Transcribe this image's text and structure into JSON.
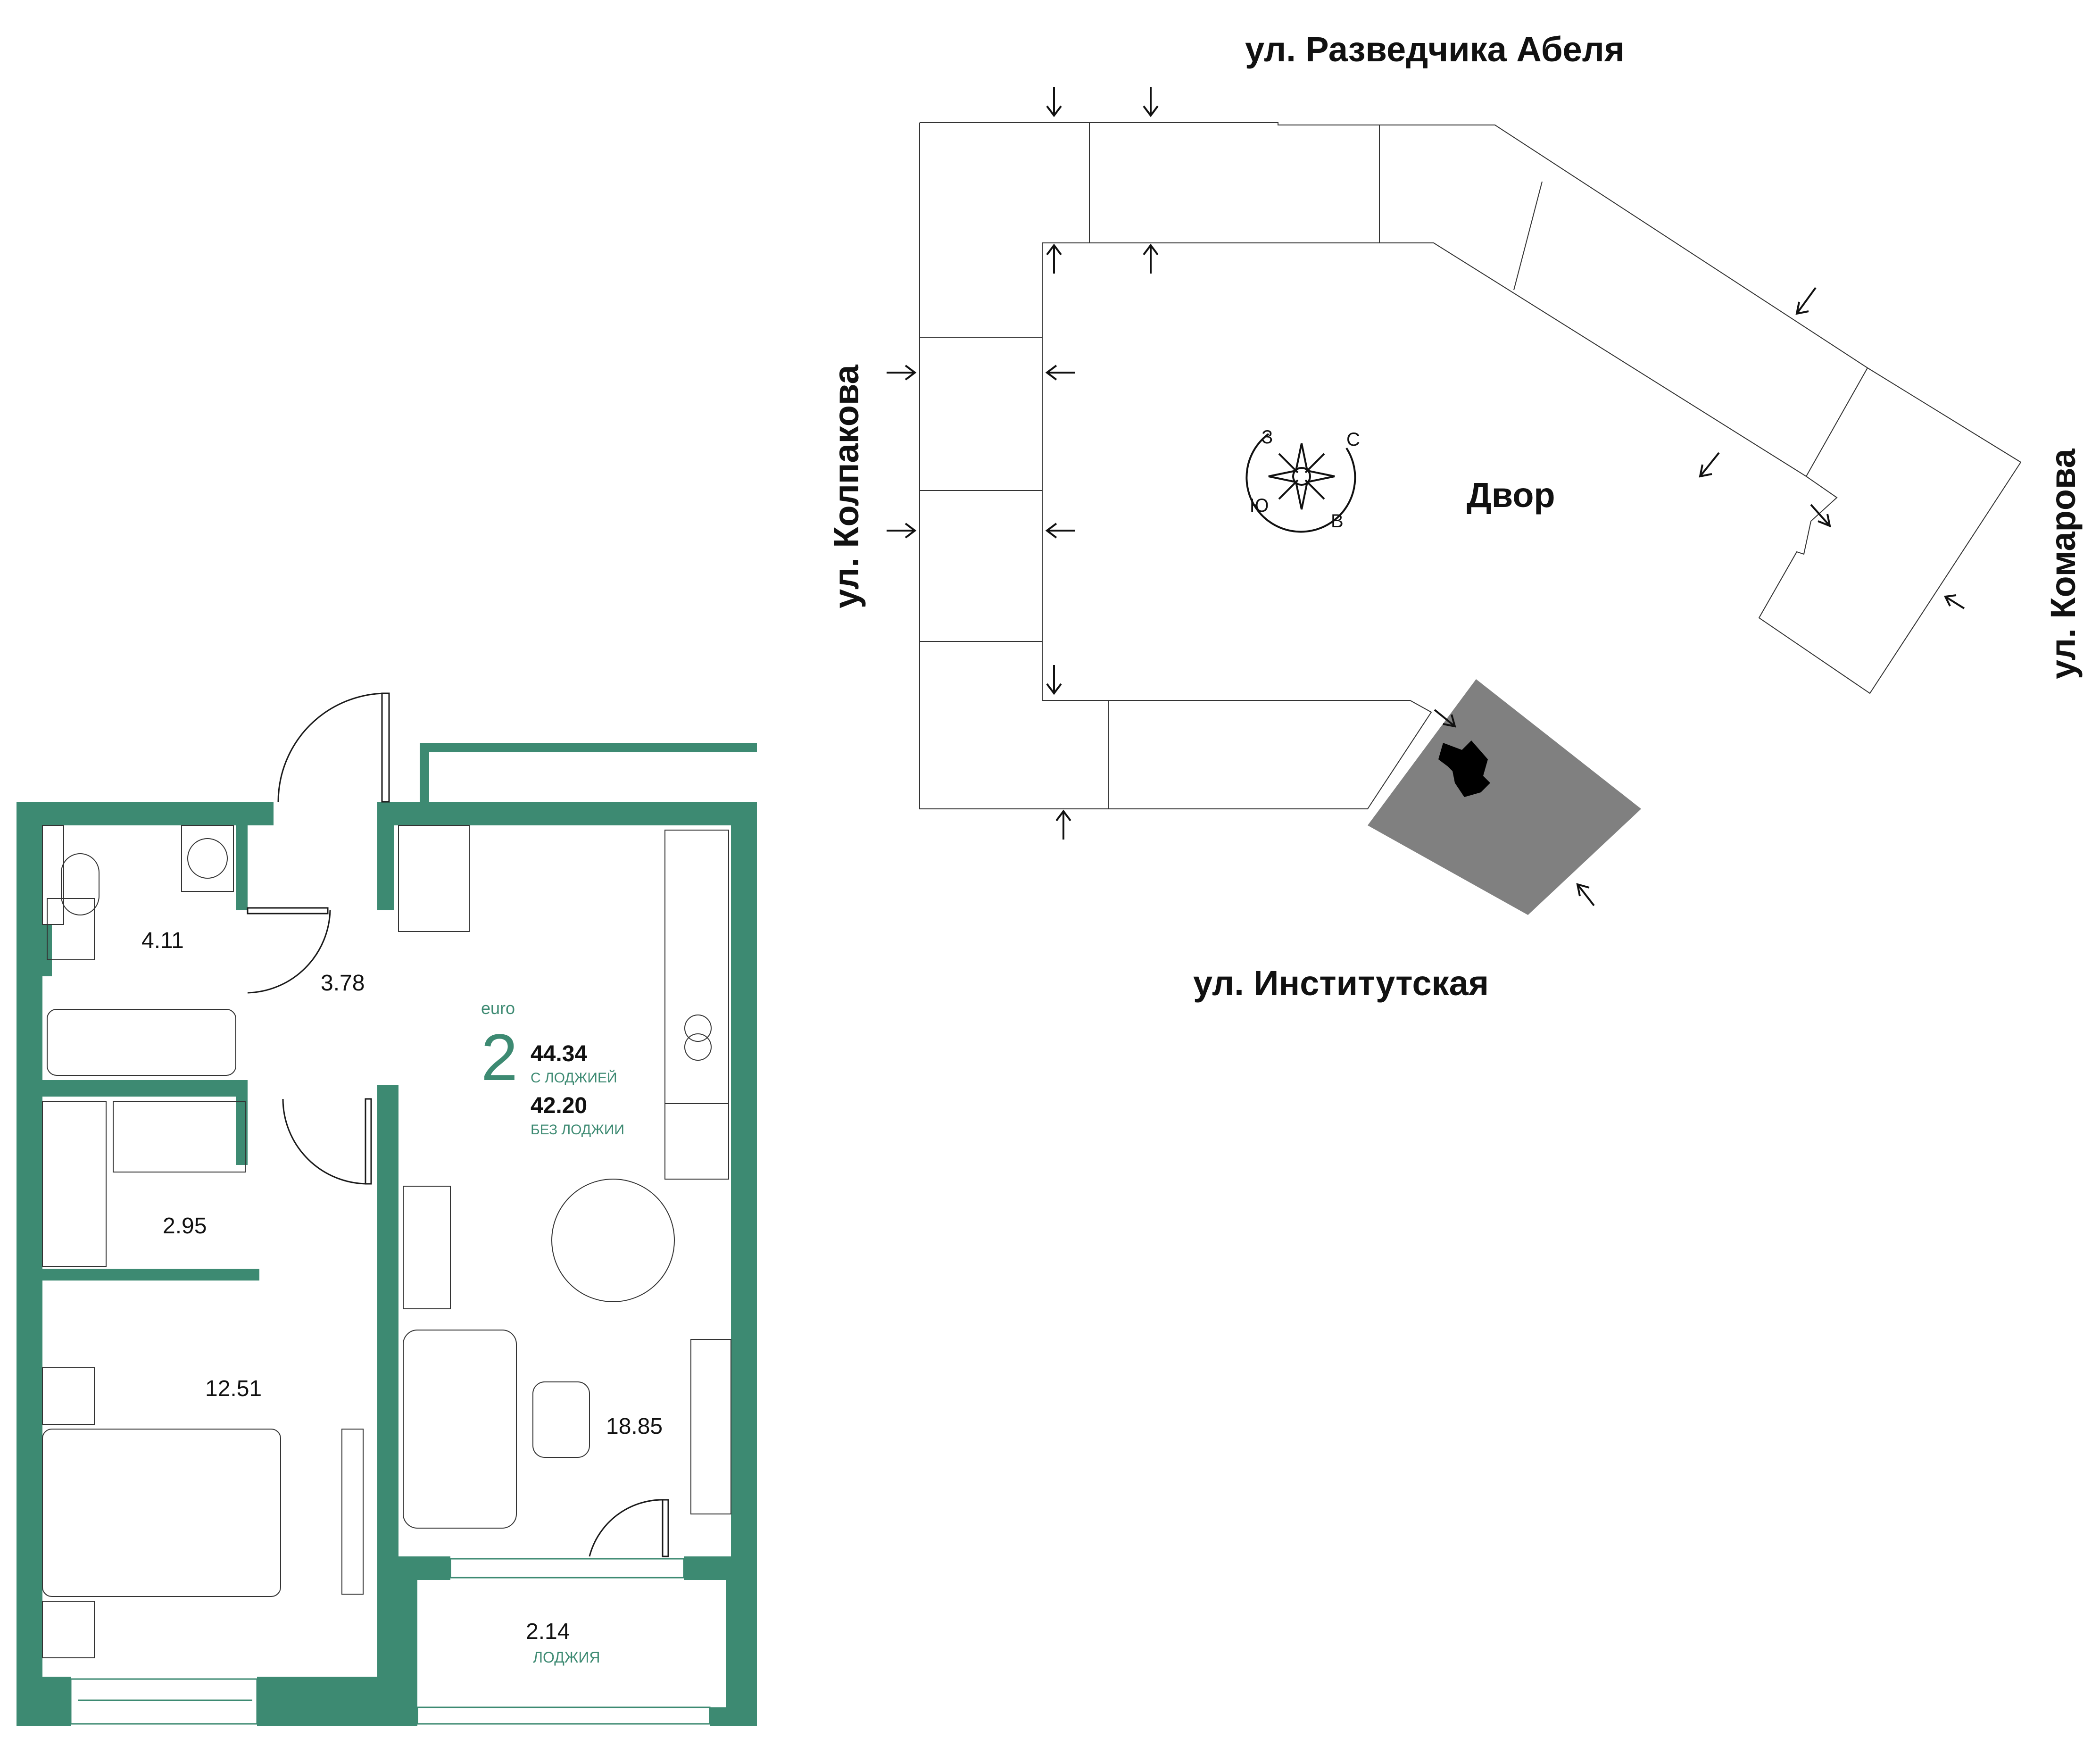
{
  "site_plan": {
    "streets": {
      "top": "ул. Разведчика Абеля",
      "left": "ул. Колпакова",
      "right": "ул. Комарова",
      "bottom": "ул. Институтская"
    },
    "courtyard_label": "Двор",
    "compass": {
      "north": "С",
      "east": "В",
      "south": "Ю",
      "west": "З"
    },
    "colors": {
      "highlighted_section": "#808080",
      "current_unit": "#000000"
    }
  },
  "floor_plan": {
    "type_label": "euro",
    "rooms_count": "2",
    "area_with_loggia": "44.34",
    "area_with_loggia_caption": "С ЛОДЖИЕЙ",
    "area_without_loggia": "42.20",
    "area_without_loggia_caption": "БЕЗ ЛОДЖИИ",
    "rooms": {
      "bathroom": "4.11",
      "hallway": "3.78",
      "storage": "2.95",
      "bedroom": "12.51",
      "living_kitchen": "18.85",
      "loggia": "2.14"
    },
    "loggia_caption": "ЛОДЖИЯ",
    "colors": {
      "wall": "#3d8a72",
      "accent_text": "#3d8a72"
    }
  }
}
